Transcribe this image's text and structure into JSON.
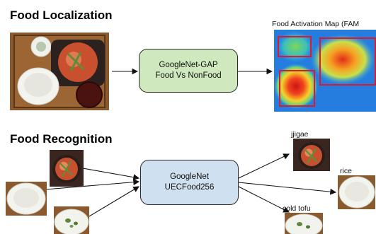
{
  "localization": {
    "title": "Food Localization",
    "model_label_line1": "GoogleNet-GAP",
    "model_label_line2": "Food Vs NonFood",
    "fam_title": "Food Activation Map (FAM"
  },
  "recognition": {
    "title": "Food Recognition",
    "model_label_line1": "GoogleNet",
    "model_label_line2": "UECFood256",
    "outputs": [
      {
        "label": "jjigae"
      },
      {
        "label": "rice"
      },
      {
        "label": "cold tofu"
      }
    ]
  },
  "colors": {
    "localization_box": "#cfe8bd",
    "recognition_box": "#cfe0f1",
    "bbox_red": "#e0182a"
  }
}
